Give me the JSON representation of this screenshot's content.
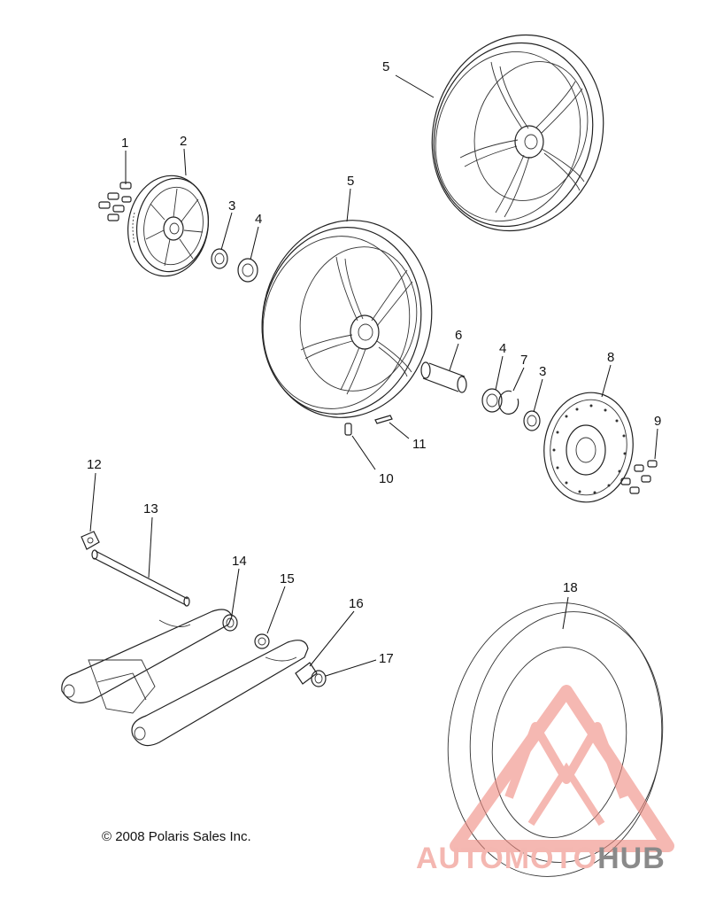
{
  "diagram": {
    "callouts": [
      {
        "id": "1",
        "label": "1"
      },
      {
        "id": "2",
        "label": "2"
      },
      {
        "id": "3a",
        "label": "3"
      },
      {
        "id": "4a",
        "label": "4"
      },
      {
        "id": "5a",
        "label": "5"
      },
      {
        "id": "5b",
        "label": "5"
      },
      {
        "id": "6",
        "label": "6"
      },
      {
        "id": "4b",
        "label": "4"
      },
      {
        "id": "7",
        "label": "7"
      },
      {
        "id": "3b",
        "label": "3"
      },
      {
        "id": "8",
        "label": "8"
      },
      {
        "id": "9",
        "label": "9"
      },
      {
        "id": "10",
        "label": "10"
      },
      {
        "id": "11",
        "label": "11"
      },
      {
        "id": "12",
        "label": "12"
      },
      {
        "id": "13",
        "label": "13"
      },
      {
        "id": "14",
        "label": "14"
      },
      {
        "id": "15",
        "label": "15"
      },
      {
        "id": "16",
        "label": "16"
      },
      {
        "id": "17",
        "label": "17"
      },
      {
        "id": "18",
        "label": "18"
      }
    ],
    "copyright": "© 2008 Polaris Sales Inc."
  },
  "watermark": {
    "part1": "AUTO",
    "part2": "MOTO",
    "part3": "HUB",
    "color_main": "#f4b7b1",
    "color_hub": "#8a8a8a",
    "logo_color": "#f08a80"
  }
}
